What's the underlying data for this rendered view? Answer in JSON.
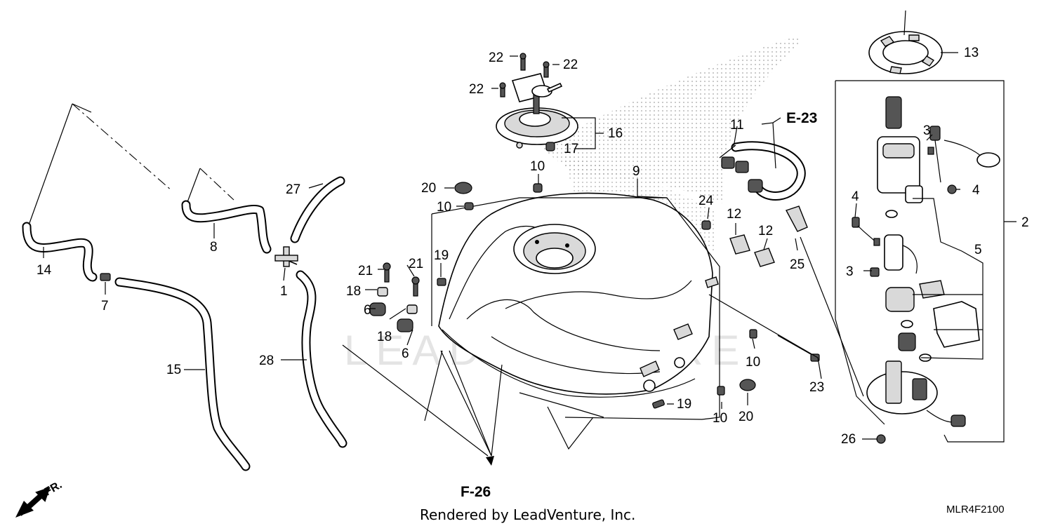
{
  "callouts": {
    "c1": "1",
    "c2": "2",
    "c3a": "3",
    "c3b": "3",
    "c4a": "4",
    "c4b": "4",
    "c5": "5",
    "c6a": "6",
    "c6b": "6",
    "c7": "7",
    "c8": "8",
    "c9": "9",
    "c10a": "10",
    "c10b": "10",
    "c10c": "10",
    "c10d": "10",
    "c11": "11",
    "c12a": "12",
    "c12b": "12",
    "c13": "13",
    "c14": "14",
    "c15": "15",
    "c16": "16",
    "c17": "17",
    "c18a": "18",
    "c18b": "18",
    "c19a": "19",
    "c19b": "19",
    "c20a": "20",
    "c20b": "20",
    "c21a": "21",
    "c21b": "21",
    "c22a": "22",
    "c22b": "22",
    "c22c": "22",
    "c23": "23",
    "c24": "24",
    "c25": "25",
    "c26": "26",
    "c27": "27",
    "c28": "28"
  },
  "references": {
    "e23": "E-23",
    "f26": "F-26"
  },
  "watermark": "LEADVENTURE",
  "footer": {
    "rendered_by": "Rendered by LeadVenture, Inc.",
    "diagram_code": "MLR4F2100"
  },
  "direction_label": "FR.",
  "colors": {
    "line": "#000000",
    "background": "#ffffff",
    "watermark": "#e4e4e4"
  }
}
